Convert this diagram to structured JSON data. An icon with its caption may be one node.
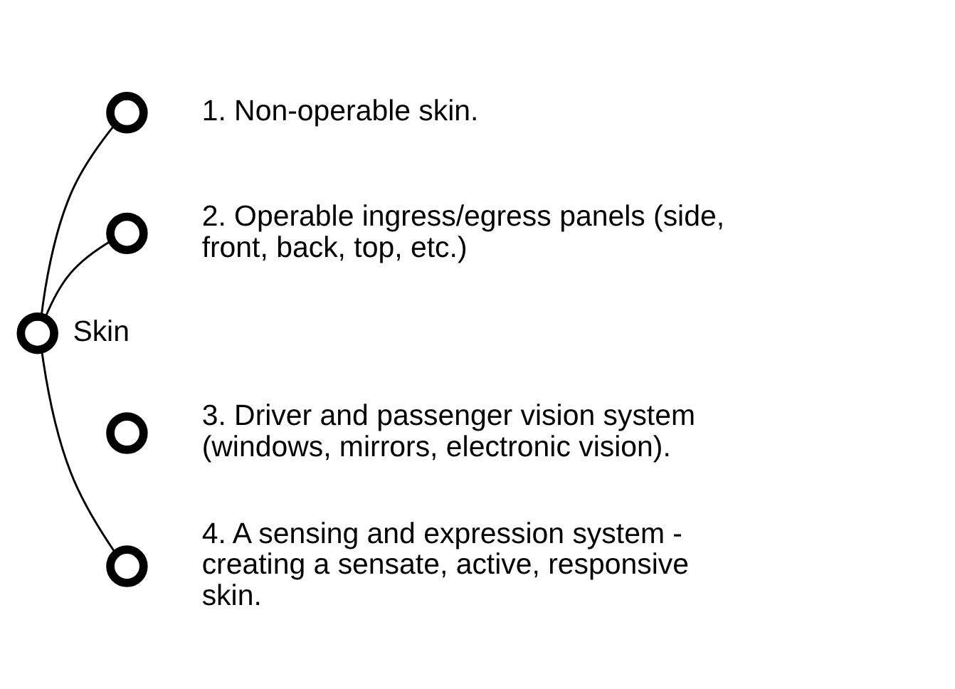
{
  "diagram": {
    "nodes": [
      {
        "text": [],
        "shape": "circle",
        "beside": [
          "Skin"
        ]
      },
      {
        "text": [],
        "shape": "circle",
        "beside": [
          "1. Non-operable skin."
        ]
      },
      {
        "text": [],
        "shape": "circle",
        "beside": [
          "2. Operable ingress/egress panels (side, front, back, top, etc.)"
        ]
      },
      {
        "text": [],
        "shape": "circle",
        "beside": [
          "3. Driver and passenger vision system (windows, mirrors, electronic vision)."
        ]
      },
      {
        "text": [],
        "shape": "circle",
        "beside": [
          "4. A sensing and expression system - creating a sensate, active, responsive skin."
        ]
      }
    ],
    "edges": [
      {
        "from": 0,
        "to": 1,
        "arrow": "none"
      },
      {
        "from": 0,
        "to": 2,
        "arrow": "none"
      },
      {
        "from": 0,
        "to": 4,
        "arrow": "none"
      }
    ]
  }
}
